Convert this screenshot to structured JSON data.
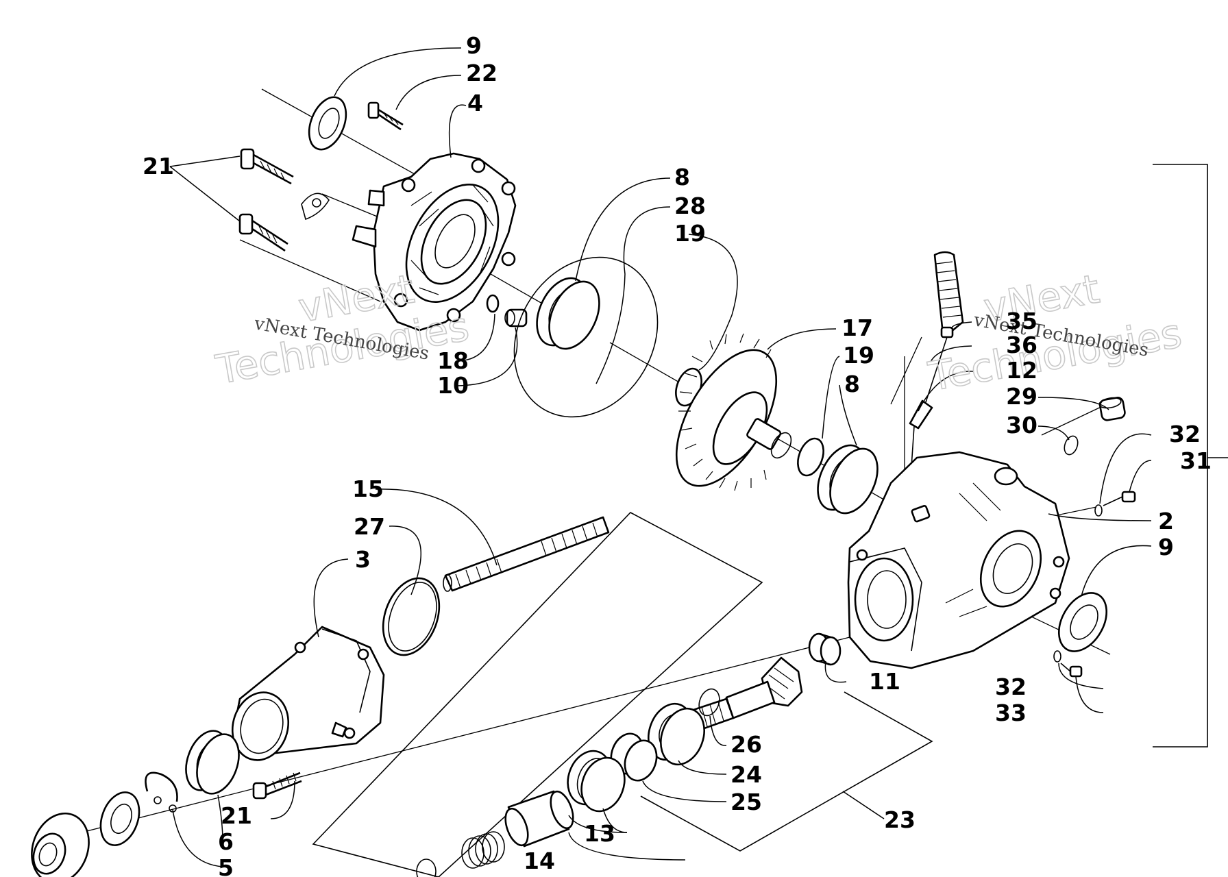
{
  "watermark": {
    "big_line_1": "vNext",
    "big_line_2": "Technologies",
    "small": "vNext Technologies",
    "outline_color": "#c9c9c9"
  },
  "callouts": {
    "c2": "2",
    "c3": "3",
    "c4": "4",
    "c5": "5",
    "c6": "6",
    "c8a": "8",
    "c8b": "8",
    "c9a": "9",
    "c9b": "9",
    "c10": "10",
    "c11": "11",
    "c12": "12",
    "c13": "13",
    "c14": "14",
    "c15": "15",
    "c17": "17",
    "c18": "18",
    "c19a": "19",
    "c19b": "19",
    "c21a": "21",
    "c21b": "21",
    "c22": "22",
    "c23": "23",
    "c24": "24",
    "c25": "25",
    "c26": "26",
    "c27": "27",
    "c28": "28",
    "c29": "29",
    "c30": "30",
    "c31": "31",
    "c32a": "32",
    "c32b": "32",
    "c33": "33",
    "c35": "35",
    "c36": "36"
  },
  "icons": {
    "bolt": "bolt-icon",
    "seal": "seal-icon",
    "bearing": "bearing-icon",
    "gear": "bevel-gear-icon",
    "housing": "gear-housing-icon",
    "boot": "vent-boot-icon"
  }
}
